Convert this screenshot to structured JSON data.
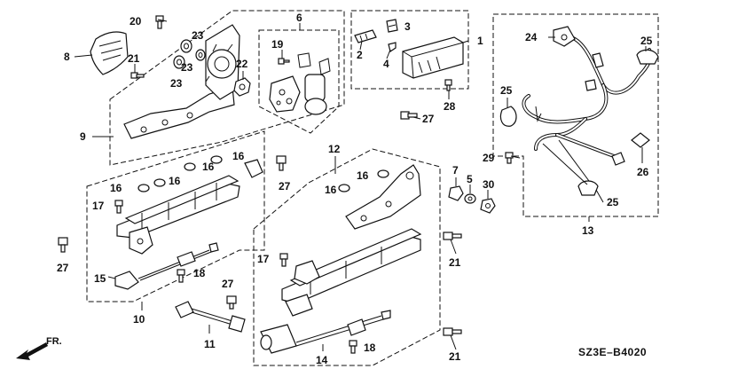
{
  "diagram_code": "SZ3E–B4020",
  "direction_label": "FR.",
  "callouts": {
    "c1": "1",
    "c2": "2",
    "c3": "3",
    "c4": "4",
    "c5": "5",
    "c6": "6",
    "c7": "7",
    "c8": "8",
    "c9": "9",
    "c10": "10",
    "c11": "11",
    "c12": "12",
    "c13": "13",
    "c14": "14",
    "c15": "15",
    "c16a": "16",
    "c16b": "16",
    "c16c": "16",
    "c16d": "16",
    "c16e": "16",
    "c16f": "16",
    "c17a": "17",
    "c17b": "17",
    "c18a": "18",
    "c18b": "18",
    "c19": "19",
    "c20": "20",
    "c21a": "21",
    "c21b": "21",
    "c21c": "21",
    "c22": "22",
    "c23a": "23",
    "c23b": "23",
    "c23c": "23",
    "c24": "24",
    "c25a": "25",
    "c25b": "25",
    "c25c": "25",
    "c26": "26",
    "c27a": "27",
    "c27b": "27",
    "c27c": "27",
    "c27d": "27",
    "c28": "28",
    "c29": "29",
    "c30": "30"
  }
}
